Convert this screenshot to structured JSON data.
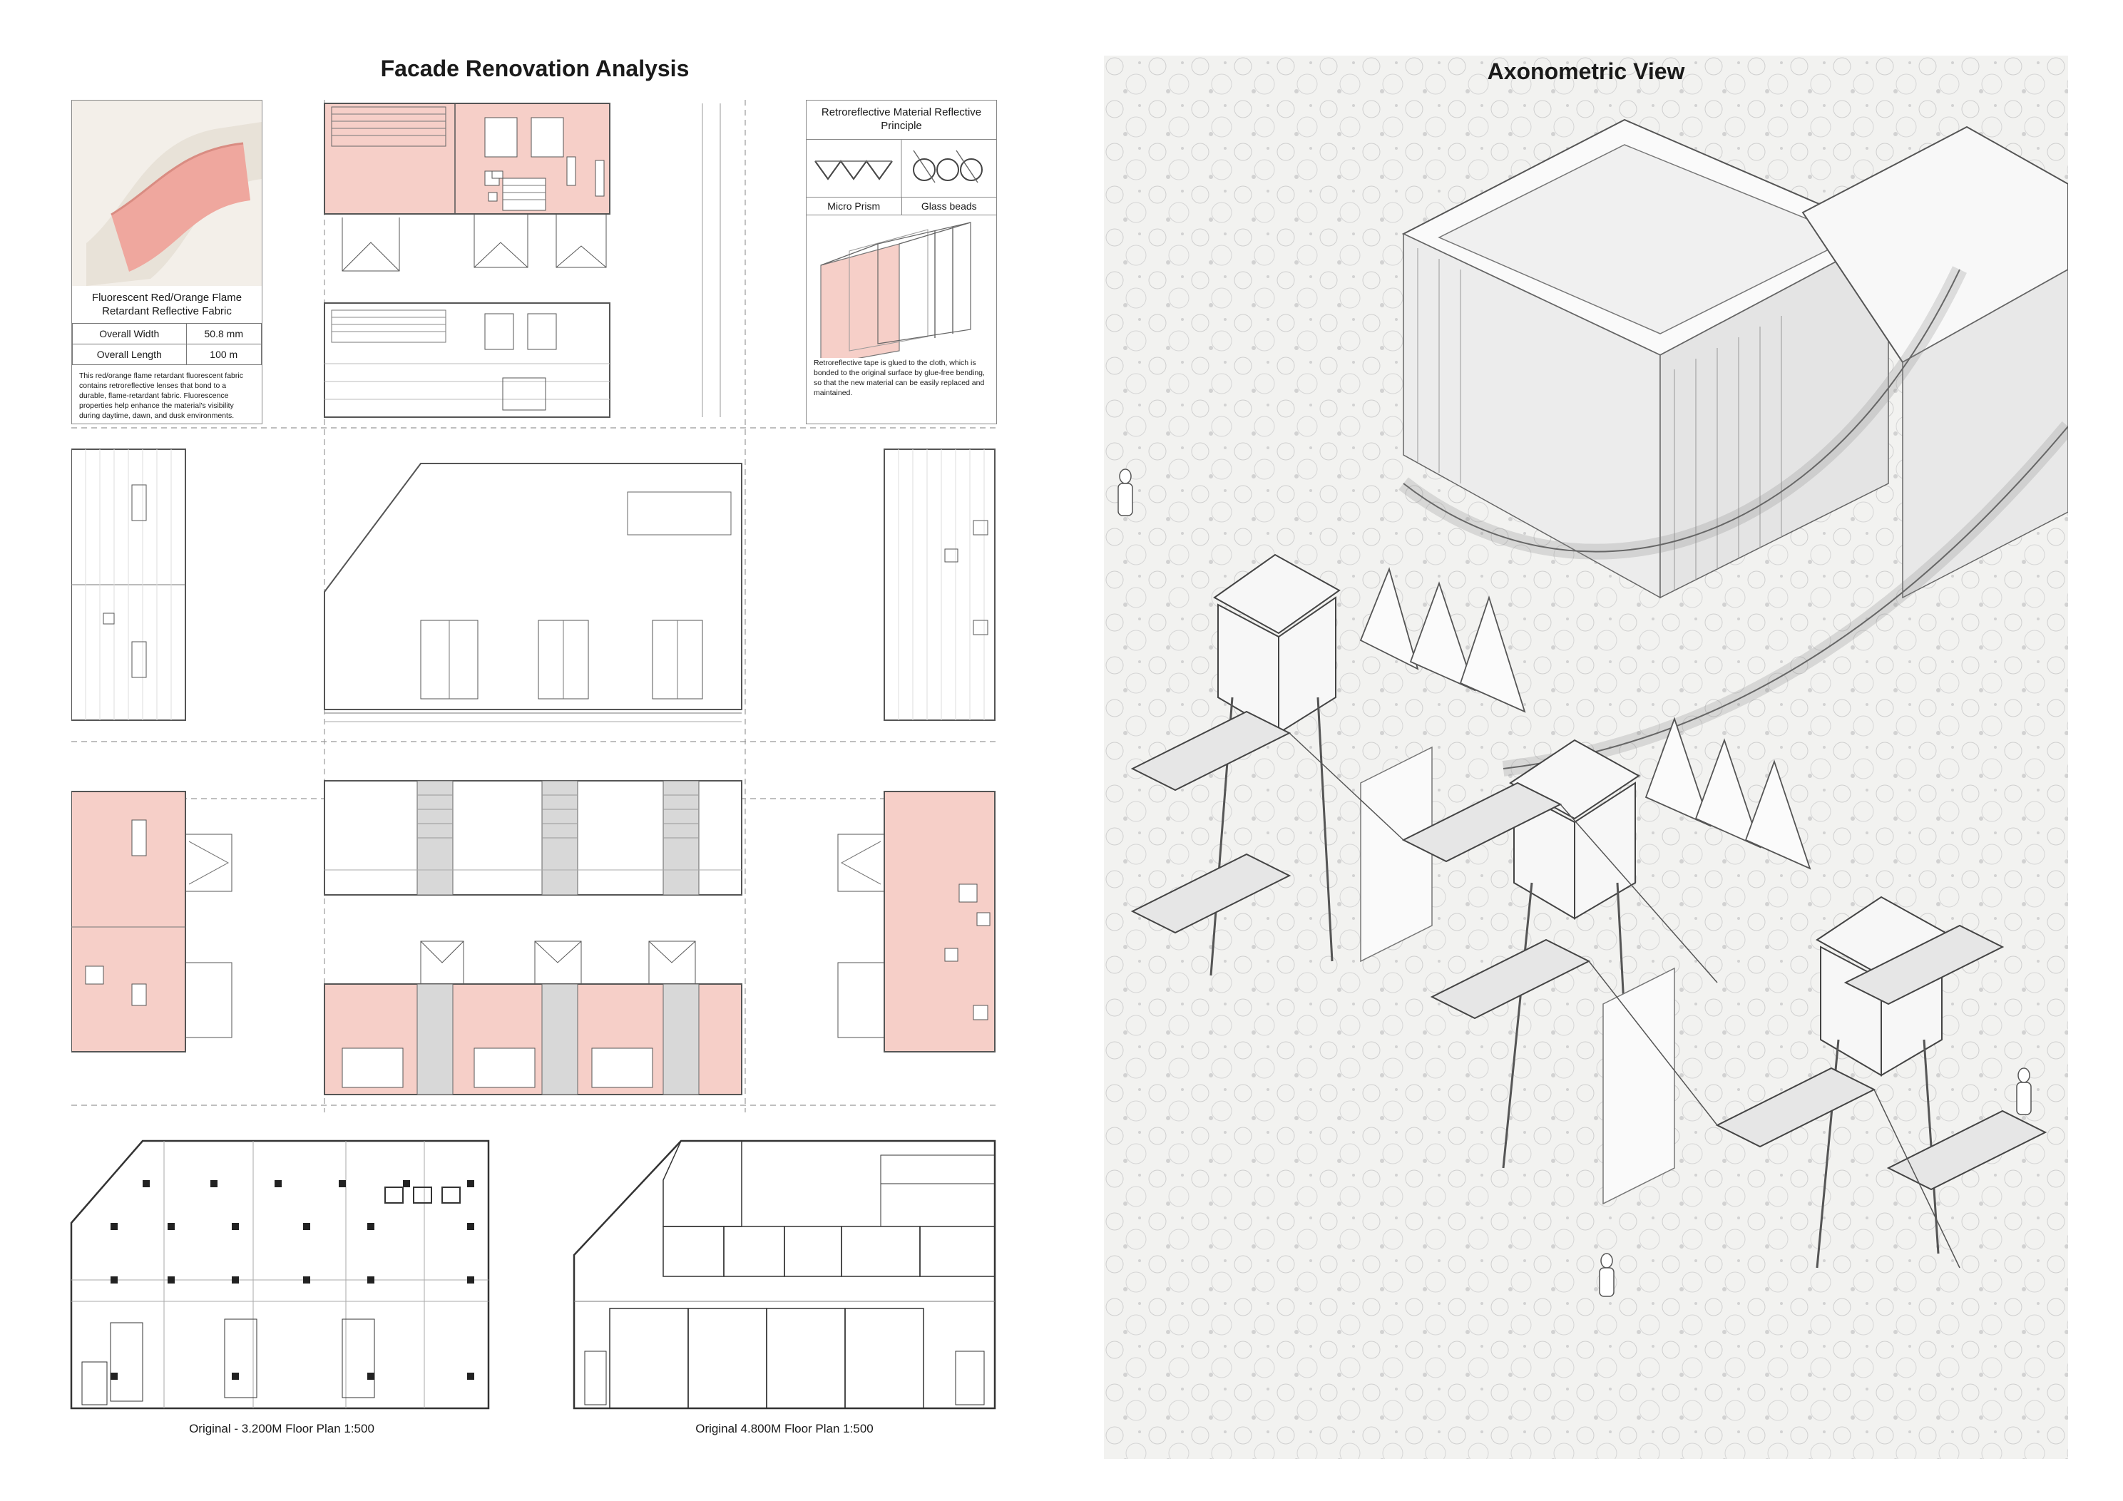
{
  "left": {
    "title": "Facade Renovation Analysis",
    "fabric": {
      "name": "Fluorescent Red/Orange Flame Retardant Reflective Fabric",
      "rows": [
        {
          "label": "Overall Width",
          "value": "50.8 mm"
        },
        {
          "label": "Overall Length",
          "value": "100 m"
        }
      ],
      "description": "This red/orange flame retardant fluorescent fabric contains retroreflective lenses that bond to a durable, flame-retardant fabric. Fluorescence properties help enhance the material's visibility during daytime, dawn, and dusk environments."
    },
    "principle": {
      "title": "Retroreflective Material Reflective Principle",
      "micro_prism": "Micro Prism",
      "glass_beads": "Glass beads",
      "description": "Retroreflective tape is glued to the cloth, which is bonded to the original surface by glue-free bending, so that the new material can be easily replaced and maintained."
    },
    "plans": {
      "plan1": "Original - 3.200M Floor Plan 1:500",
      "plan2": "Original 4.800M Floor Plan 1:500"
    }
  },
  "right": {
    "title": "Axonometric View"
  },
  "colors": {
    "accent_pink": "#f6cfc8",
    "line": "#444444",
    "panel_border": "#888888"
  }
}
